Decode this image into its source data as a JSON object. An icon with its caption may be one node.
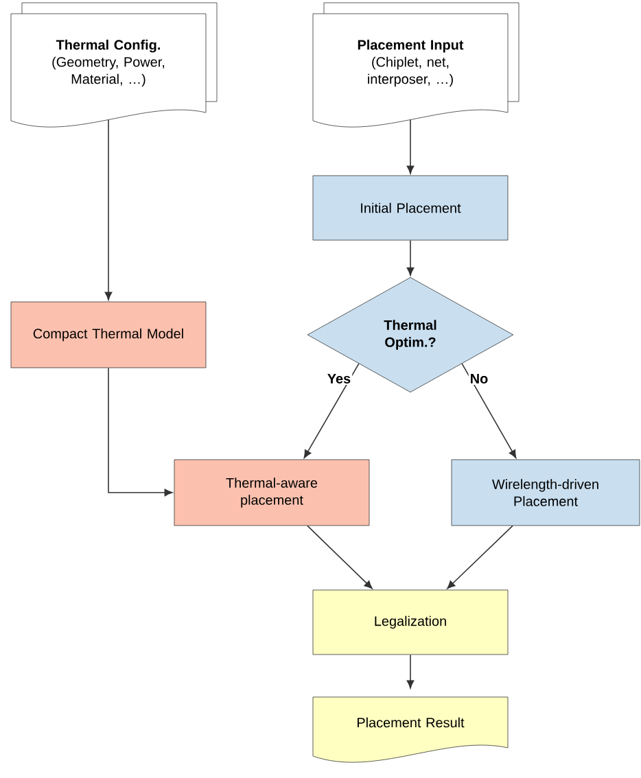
{
  "diagram": {
    "nodes": [
      {
        "text": [
          "Thermal Config.",
          "(Geometry, Power, Material, …)"
        ]
      },
      {
        "text": [
          "Placement Input",
          "(Chiplet, net, interposer, …)"
        ]
      },
      {
        "text": [
          "Initial Placement"
        ]
      },
      {
        "text": [
          "Thermal Optim.?"
        ]
      },
      {
        "text": [
          "Compact Thermal Model"
        ]
      },
      {
        "text": [
          "Thermal-aware placement"
        ]
      },
      {
        "text": [
          "Wirelength-driven Placement"
        ]
      },
      {
        "text": [
          "Legalization"
        ]
      },
      {
        "text": [
          "Placement Result"
        ]
      }
    ],
    "edges": [
      {
        "from": 0,
        "to": 4,
        "arrow": "to"
      },
      {
        "from": 1,
        "to": 2,
        "arrow": "to"
      },
      {
        "from": 2,
        "to": 3,
        "arrow": "to"
      },
      {
        "from": 3,
        "to": 5,
        "arrow": "to",
        "label": "Yes"
      },
      {
        "from": 3,
        "to": 6,
        "arrow": "to",
        "label": "No"
      },
      {
        "from": 4,
        "to": 5,
        "arrow": "to"
      },
      {
        "from": 5,
        "to": 7,
        "arrow": "to"
      },
      {
        "from": 6,
        "to": 7,
        "arrow": "to"
      },
      {
        "from": 7,
        "to": 8,
        "arrow": "to"
      }
    ]
  }
}
